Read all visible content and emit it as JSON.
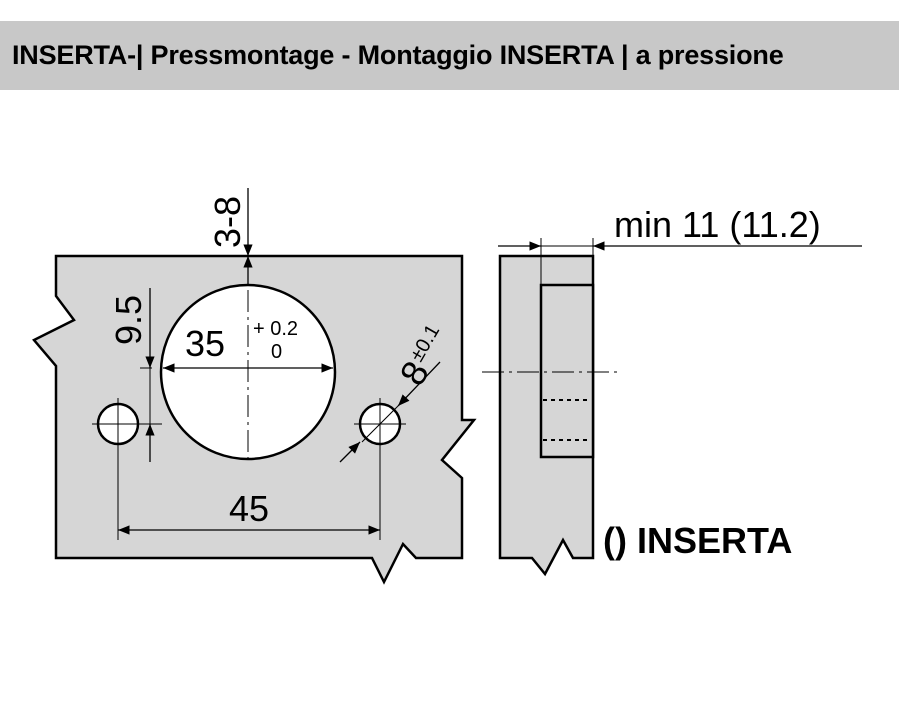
{
  "header": {
    "title": "INSERTA-| Pressmontage - Montaggio INSERTA | a pressione"
  },
  "diagram": {
    "dim_edge": "3-8",
    "dim_vertical": "9.5",
    "dim_bore": "35",
    "tol_bore_upper": "+ 0.2",
    "tol_bore_lower": "0",
    "dim_small_hole": "8",
    "tol_small_hole": "±0.1",
    "dim_spacing": "45",
    "dim_depth": "min 11 (11.2)",
    "note": "() INSERTA"
  },
  "colors": {
    "panel": "#d6d6d6",
    "header_bg": "#c8c8c8",
    "line": "#000000"
  }
}
